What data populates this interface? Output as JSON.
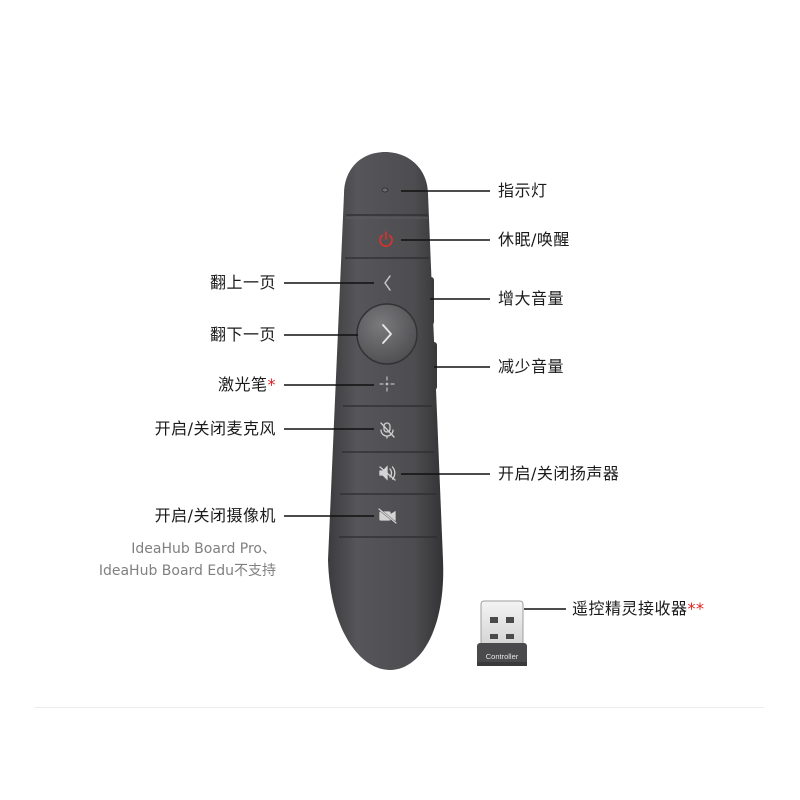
{
  "labels": {
    "indicator": "指示灯",
    "sleep_wake": "休眠/唤醒",
    "volume_up": "增大音量",
    "volume_down": "减少音量",
    "page_up": "翻上一页",
    "page_down": "翻下一页",
    "laser": "激光笔",
    "laser_mark": "*",
    "mic_toggle": "开启/关闭麦克风",
    "speaker_toggle": "开启/关闭扬声器",
    "camera_toggle": "开启/关闭摄像机",
    "receiver": "遥控精灵接收器",
    "receiver_mark": "**"
  },
  "note": {
    "line1": "IdeaHub Board Pro、",
    "line2": "IdeaHub Board Edu不支持"
  },
  "device": {
    "receiver_text": "Controller"
  },
  "colors": {
    "body": "#4b4b4d",
    "body_dark": "#3a3a3c",
    "power": "#e0302a",
    "line": "#111111",
    "accent_star": "#e02020"
  },
  "icons": [
    "indicator-led-icon",
    "power-icon",
    "chevron-left-icon",
    "chevron-right-icon",
    "laser-icon",
    "mic-mute-icon",
    "speaker-mute-icon",
    "camera-off-icon"
  ]
}
